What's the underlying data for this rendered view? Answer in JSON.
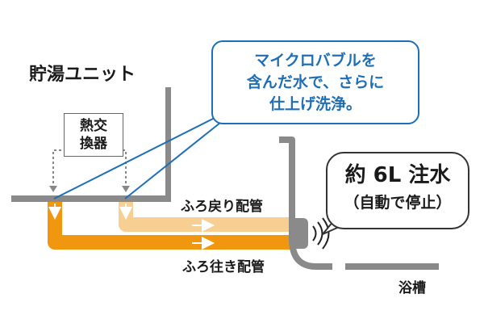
{
  "unit_title": "貯湯ユニット",
  "heat_exchanger": [
    "熱交",
    "換器"
  ],
  "callout_lines": [
    "マイクロバブルを",
    "含んだ水で、さらに",
    "仕上げ洗浄。"
  ],
  "return_pipe_label": "ふろ戻り配管",
  "outgoing_pipe_label": "ふろ往き配管",
  "stop_bubble": {
    "main": "約 6L 注水",
    "sub": "（自動で停止）"
  },
  "bathtub_label": "浴槽",
  "colors": {
    "blue": "#1e6fb6",
    "orange": "#f0960f",
    "light_orange": "#f8cf93",
    "gray": "#8a8a8a",
    "dark": "#1a1a1a"
  }
}
